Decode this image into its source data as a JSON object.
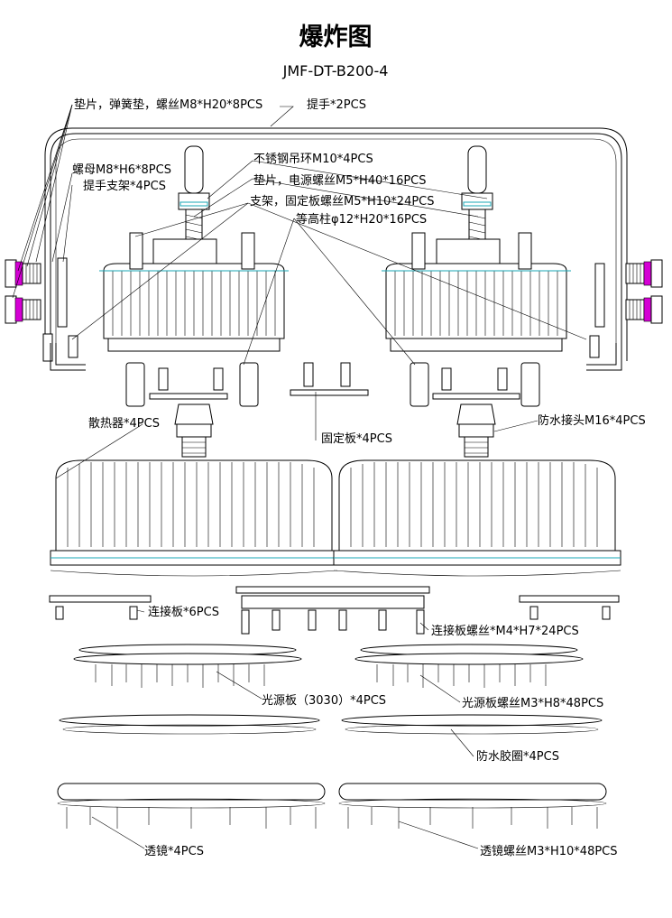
{
  "title": "爆炸图",
  "model": "JMF-DT-B200-4",
  "colors": {
    "accent": "#1aa7b5",
    "nut": "#d400d4",
    "line": "#000000"
  },
  "labels": {
    "washer_spring_screw": "垫片，弹簧垫，螺丝M8*H20*8PCS",
    "handle": "提手*2PCS",
    "nut_m8": "螺母M8*H6*8PCS",
    "handle_bracket": "提手支架*4PCS",
    "hanging_ring": "不锈钢吊环M10*4PCS",
    "power_screw": "垫片，电源螺丝M5*H40*16PCS",
    "bracket_screw": "支架，固定板螺丝M5*H10*24PCS",
    "standoff": "等高柱φ12*H20*16PCS",
    "heatsink": "散热器*4PCS",
    "waterproof_connector": "防水接头M16*4PCS",
    "fixing_plate": "固定板*4PCS",
    "connecting_plate": "连接板*6PCS",
    "connecting_plate_screw": "连接板螺丝*M4*H7*24PCS",
    "led_board": "光源板（3030）*4PCS",
    "led_board_screw": "光源板螺丝M3*H8*48PCS",
    "waterproof_gasket": "防水胶圈*4PCS",
    "lens": "透镜*4PCS",
    "lens_screw": "透镜螺丝M3*H10*48PCS"
  }
}
